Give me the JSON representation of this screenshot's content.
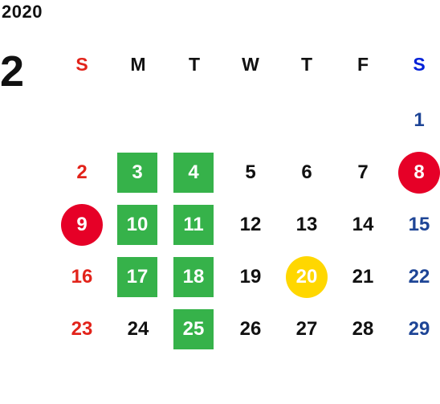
{
  "calendar": {
    "year": "2020",
    "month": "2",
    "weekdays": [
      "S",
      "M",
      "T",
      "W",
      "T",
      "F",
      "S"
    ],
    "weeks": [
      [
        "",
        "",
        "",
        "",
        "",
        "",
        "1"
      ],
      [
        "2",
        "3",
        "4",
        "5",
        "6",
        "7",
        "8"
      ],
      [
        "9",
        "10",
        "11",
        "12",
        "13",
        "14",
        "15"
      ],
      [
        "16",
        "17",
        "18",
        "19",
        "20",
        "21",
        "22"
      ],
      [
        "23",
        "24",
        "25",
        "26",
        "27",
        "28",
        "29"
      ]
    ],
    "highlights": {
      "green_days": [
        "3",
        "4",
        "10",
        "11",
        "17",
        "18",
        "25"
      ],
      "red_circle_days": [
        "8",
        "9"
      ],
      "yellow_circle_days": [
        "20"
      ]
    },
    "colors": {
      "sunday": "#e2231a",
      "saturday": "#1e4596",
      "saturday_header": "#0020d8",
      "green": "#36b24a",
      "red_circle": "#e60027",
      "yellow_circle": "#ffd700"
    }
  }
}
